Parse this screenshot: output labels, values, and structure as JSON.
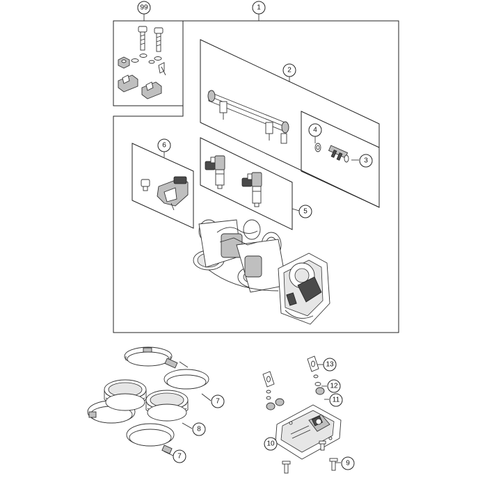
{
  "callouts": {
    "c1": "1",
    "c2": "2",
    "c3": "3",
    "c4": "4",
    "c5": "5",
    "c6": "6",
    "c7a": "7",
    "c7b": "7",
    "c8": "8",
    "c9": "9",
    "c10": "10",
    "c11": "11",
    "c12": "12",
    "c13": "13",
    "c99": "99"
  },
  "colors": {
    "line": "#222222",
    "fill_grey": "#bfbfbf",
    "fill_dark": "#4a4a4a"
  }
}
